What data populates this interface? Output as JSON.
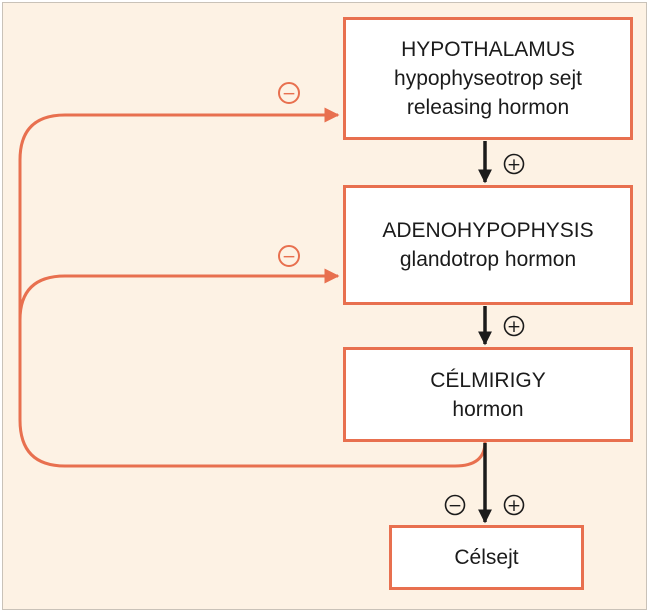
{
  "boxes": {
    "hypothalamus": {
      "line1": "HYPOTHALAMUS",
      "line2": "hypophyseotrop sejt",
      "line3": "releasing hormon"
    },
    "adenohypophysis": {
      "line1": "ADENOHYPOPHYSIS",
      "line2": "glandotrop hormon"
    },
    "celmirigy": {
      "line1": "CÉLMIRIGY",
      "line2": "hormon"
    },
    "celsejt": {
      "line1": "Célsejt"
    }
  },
  "signs": {
    "plus": "+",
    "minus": "−"
  },
  "colors": {
    "feedback": "#e8704f",
    "stimulation": "#1b1b1b",
    "background": "#fdf2e4"
  }
}
